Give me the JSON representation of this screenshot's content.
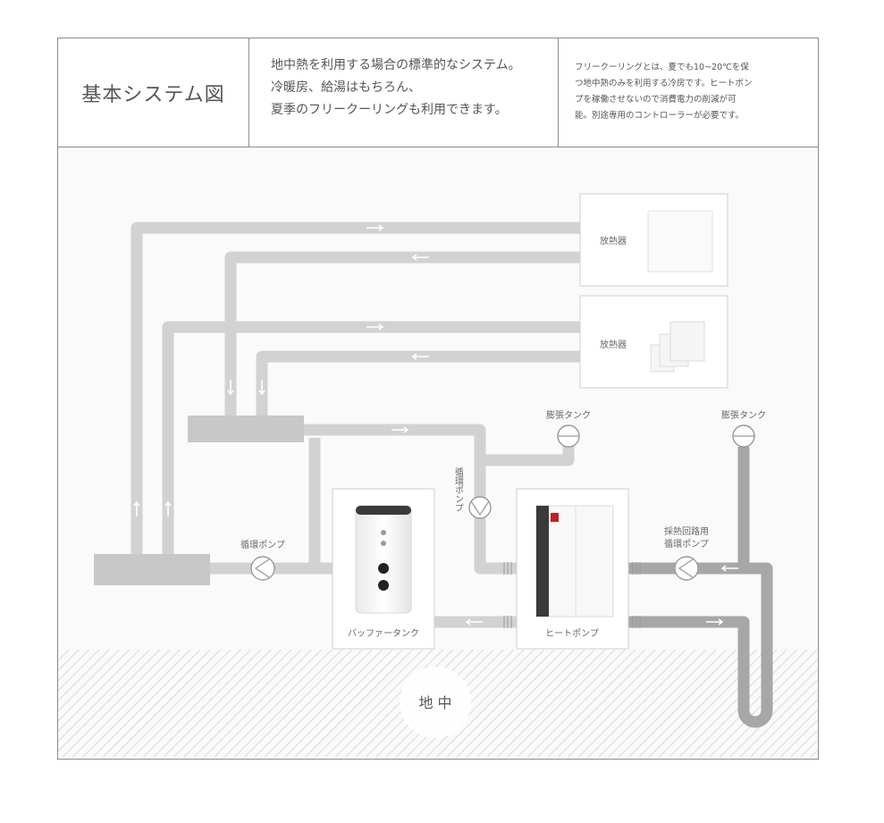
{
  "header": {
    "title": "基本システム図",
    "description": [
      "地中熱を利用する場合の標準的なシステム。",
      "冷暖房、給湯はもちろん、",
      "夏季のフリークーリングも利用できます。"
    ],
    "note": [
      "フリークーリングとは、夏でも10~20℃を保",
      "つ地中熱のみを利用する冷房です。ヒートポン",
      "プを稼働させないので消費電力の削減が可",
      "能。別途専用のコントローラーが必要です。"
    ]
  },
  "diagram": {
    "radiator_top_label": "放熱器",
    "radiator_bottom_label": "放熱器",
    "expansion_tank_left": "膨張タンク",
    "expansion_tank_right": "膨張タンク",
    "pump_vertical": "循環ポンプ",
    "pump_left": "循環ポンプ",
    "pump_right_line1": "採熱回路用",
    "pump_right_line2": "循環ポンプ",
    "buffer_tank": "バッファータンク",
    "heat_pump": "ヒートポンプ",
    "underground": "地 中"
  },
  "colors": {
    "pipe_light": "#d2d2d2",
    "pipe_dark": "#a7a7a7",
    "ground_hatch": "#dcdcdc",
    "border": "#8c8c8c"
  }
}
